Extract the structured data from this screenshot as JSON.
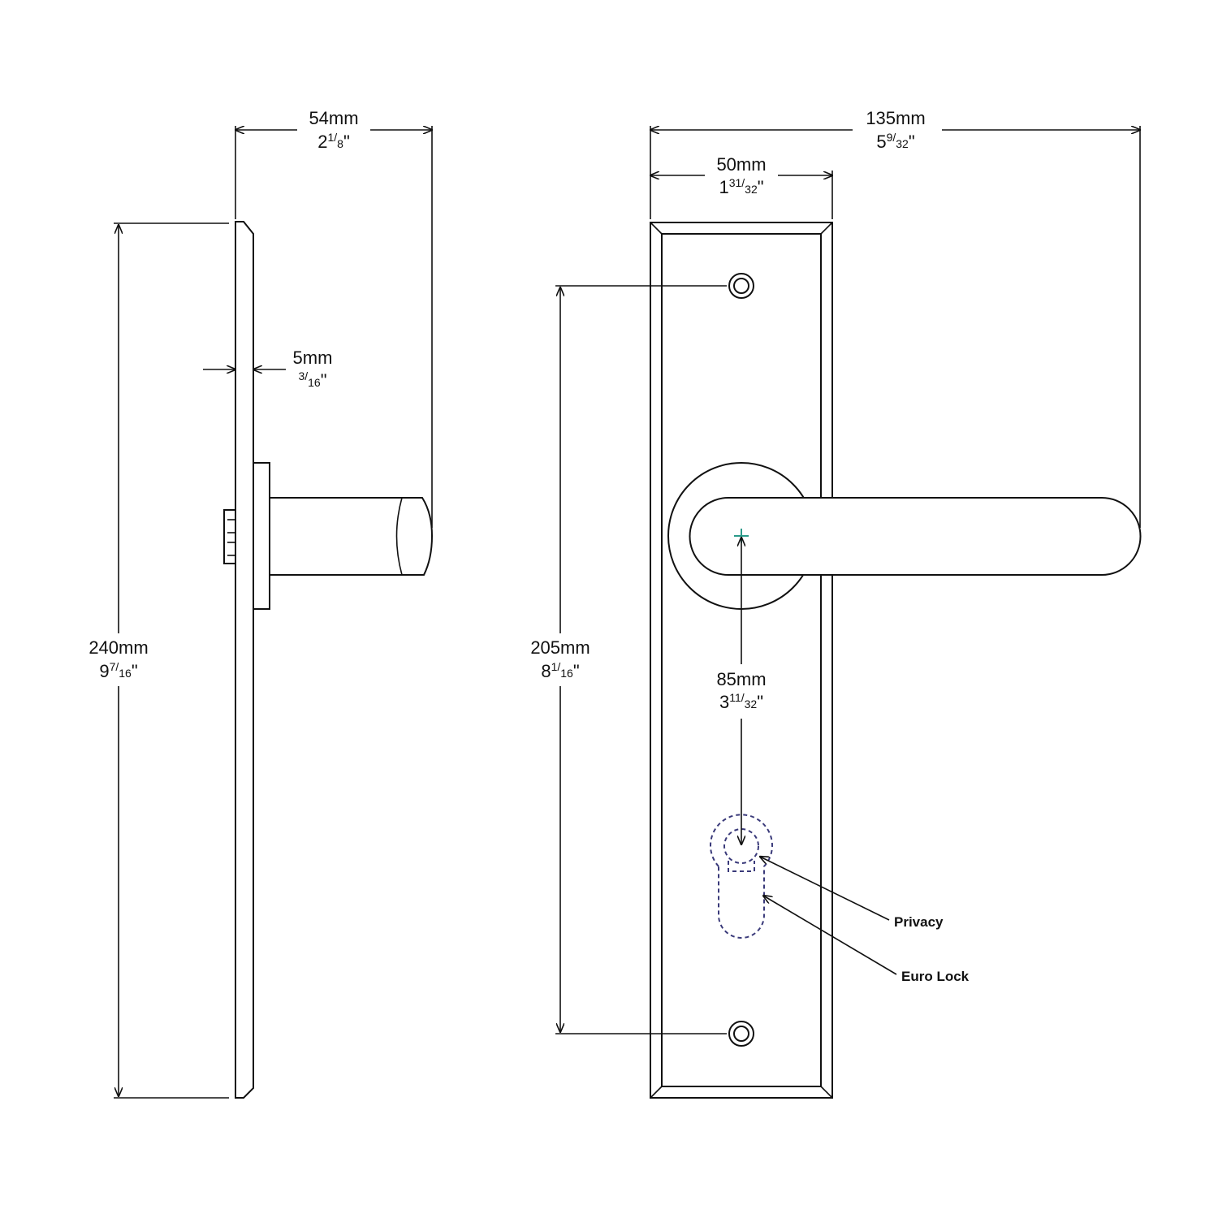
{
  "dimensions": {
    "projection": {
      "metric": "54mm",
      "imperial_whole": "2",
      "imperial_num": "1",
      "imperial_den": "8",
      "inch_mark": "\""
    },
    "height": {
      "metric": "240mm",
      "imperial_whole": "9",
      "imperial_num": "7",
      "imperial_den": "16",
      "inch_mark": "\""
    },
    "thickness": {
      "metric": "5mm",
      "imperial_whole": "",
      "imperial_num": "3",
      "imperial_den": "16",
      "inch_mark": "\""
    },
    "total_width": {
      "metric": "135mm",
      "imperial_whole": "5",
      "imperial_num": "9",
      "imperial_den": "32",
      "inch_mark": "\""
    },
    "plate_width": {
      "metric": "50mm",
      "imperial_whole": "1",
      "imperial_num": "31",
      "imperial_den": "32",
      "inch_mark": "\""
    },
    "fixing_centres": {
      "metric": "205mm",
      "imperial_whole": "8",
      "imperial_num": "1",
      "imperial_den": "16",
      "inch_mark": "\""
    },
    "backset": {
      "metric": "85mm",
      "imperial_whole": "3",
      "imperial_num": "11",
      "imperial_den": "32",
      "inch_mark": "\""
    }
  },
  "callouts": {
    "privacy": "Privacy",
    "euro_lock": "Euro Lock"
  },
  "colors": {
    "line": "#111111",
    "dashed_cutout": "#3a3a7a",
    "spindle_marker": "#2a9a8a"
  }
}
